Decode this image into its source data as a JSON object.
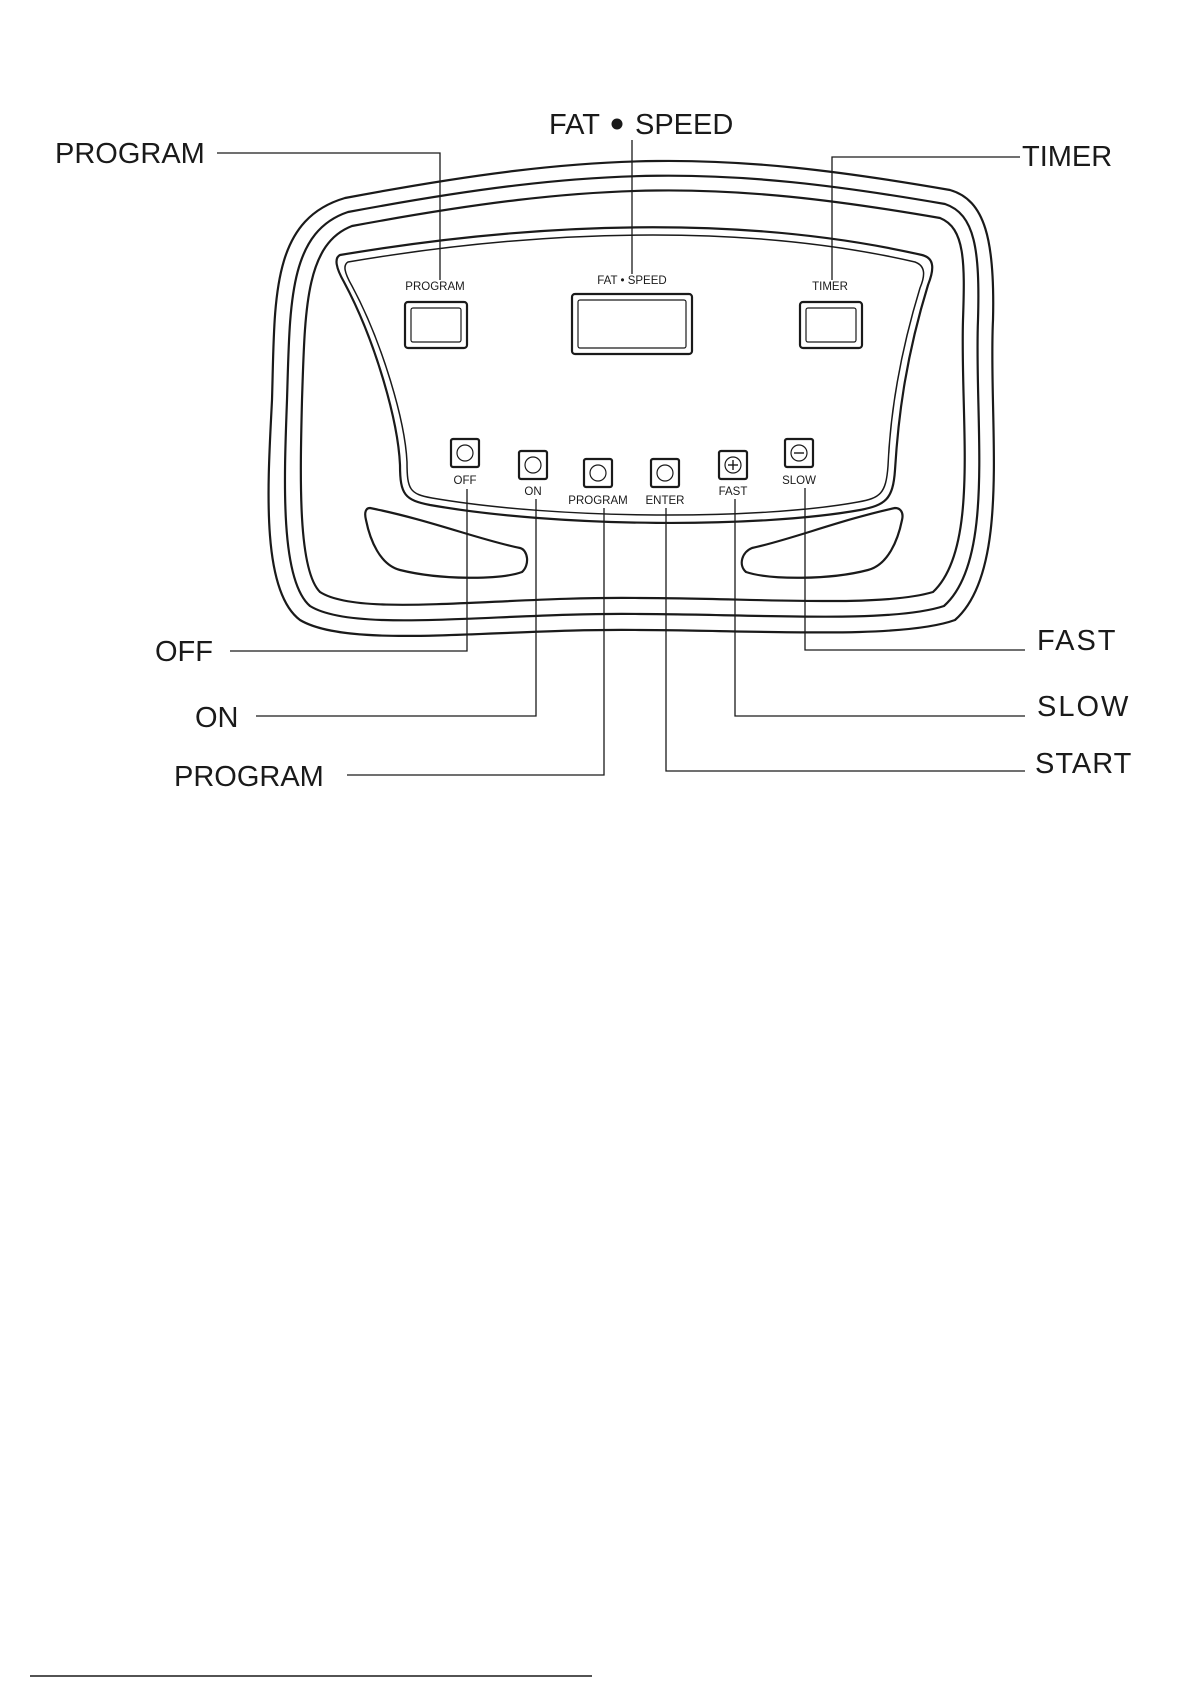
{
  "callouts": {
    "program_top": "PROGRAM",
    "fat_speed_left": "FAT",
    "fat_speed_right": "SPEED",
    "timer": "TIMER",
    "off": "OFF",
    "on": "ON",
    "program_bottom": "PROGRAM",
    "fast": "FAST",
    "slow": "SLOW",
    "start": "START"
  },
  "panel": {
    "program_label": "PROGRAM",
    "fat_speed_label": "FAT • SPEED",
    "timer_label": "TIMER",
    "buttons": {
      "off": "OFF",
      "on": "ON",
      "program": "PROGRAM",
      "enter": "ENTER",
      "fast": "FAST",
      "slow": "SLOW"
    }
  },
  "icons": {
    "circle_key": "circle-icon",
    "plus_key": "plus-icon",
    "minus_key": "minus-icon",
    "dot_separator": "bullet-dot-icon"
  }
}
